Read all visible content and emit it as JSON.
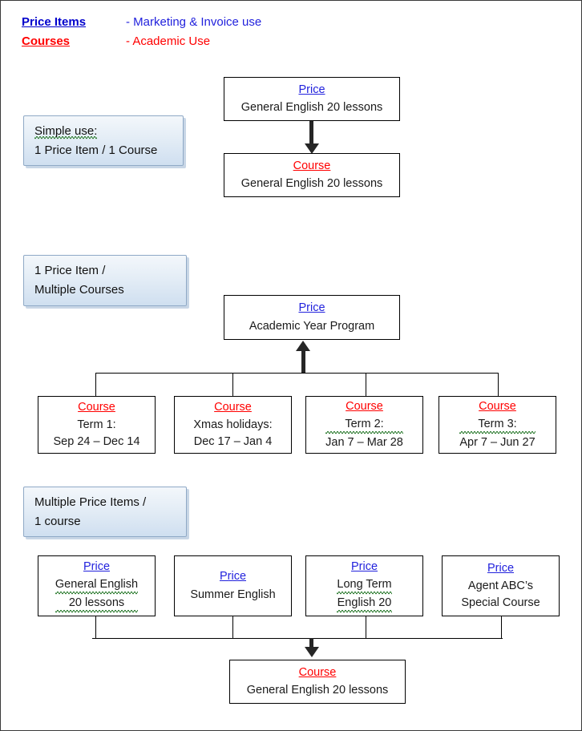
{
  "legend": [
    {
      "term": "Price Items",
      "desc": "- Marketing & Invoice use",
      "color": "#0000cc"
    },
    {
      "term": "Courses",
      "desc": "- Academic Use",
      "color": "#ff0000"
    }
  ],
  "sections": [
    {
      "callout": {
        "line1": "Simple use:",
        "line2": "1 Price Item / 1 Course"
      },
      "nodes": [
        {
          "kind": "Price",
          "line1": "General English 20 lessons"
        },
        {
          "kind": "Course",
          "line1": "General English 20 lessons"
        }
      ]
    },
    {
      "callout": {
        "line1": "1 Price Item /",
        "line2": "Multiple Courses"
      },
      "parent": {
        "kind": "Price",
        "line1": "Academic Year Program"
      },
      "children": [
        {
          "kind": "Course",
          "line1": "Term 1:",
          "line2": "Sep 24 – Dec 14"
        },
        {
          "kind": "Course",
          "line1": "Xmas holidays:",
          "line2": "Dec 17 – Jan 4"
        },
        {
          "kind": "Course",
          "line1": "Term 2:",
          "line2": "Jan 7 – Mar 28"
        },
        {
          "kind": "Course",
          "line1": "Term 3:",
          "line2": "Apr 7 – Jun 27"
        }
      ]
    },
    {
      "callout": {
        "line1": "Multiple Price Items /",
        "line2": "1 course"
      },
      "prices": [
        {
          "kind": "Price",
          "line1": "General English",
          "line2": "20 lessons"
        },
        {
          "kind": "Price",
          "line1": "Summer English",
          "line2": ""
        },
        {
          "kind": "Price",
          "line1": "Long Term",
          "line2": "English 20"
        },
        {
          "kind": "Price",
          "line1": "Agent ABC’s",
          "line2": "Special Course"
        }
      ],
      "target": {
        "kind": "Course",
        "line1": "General English 20 lessons"
      }
    }
  ],
  "colors": {
    "price": "#2222dd",
    "course": "#ff0000",
    "box_border": "#000000",
    "callout_border": "#8fa9c6"
  }
}
